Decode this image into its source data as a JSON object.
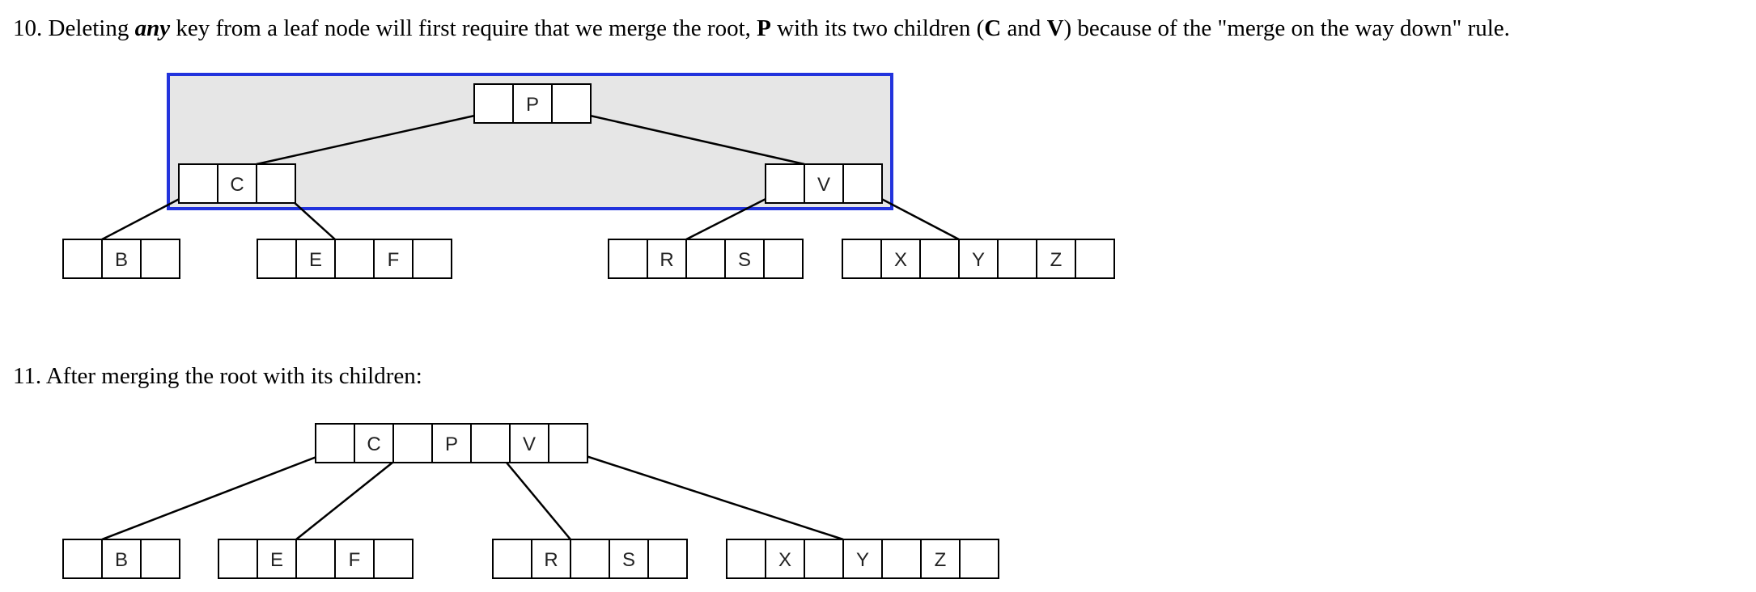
{
  "step10": {
    "number": "10.",
    "parts": [
      {
        "text": "Deleting ",
        "style": "plain"
      },
      {
        "text": "any",
        "style": "em"
      },
      {
        "text": " key from a leaf node will first require that we merge the root, ",
        "style": "plain"
      },
      {
        "text": "P",
        "style": "bold"
      },
      {
        "text": " with its two children (",
        "style": "plain"
      },
      {
        "text": "C",
        "style": "bold"
      },
      {
        "text": " and ",
        "style": "plain"
      },
      {
        "text": "V",
        "style": "bold"
      },
      {
        "text": ") because of the \"merge on the way down\" rule.",
        "style": "plain"
      }
    ]
  },
  "step11": {
    "number": "11.",
    "text": "After merging the root with its children:"
  },
  "colors": {
    "highlight_border": "#2233dd",
    "highlight_fill": "#e6e6e6"
  },
  "tree1": {
    "nodes": [
      {
        "id": "P",
        "cells": [
          "",
          "P",
          ""
        ]
      },
      {
        "id": "C",
        "cells": [
          "",
          "C",
          ""
        ]
      },
      {
        "id": "V",
        "cells": [
          "",
          "V",
          ""
        ]
      },
      {
        "id": "B",
        "cells": [
          "",
          "B",
          ""
        ]
      },
      {
        "id": "EF",
        "cells": [
          "",
          "E",
          "",
          "F",
          ""
        ]
      },
      {
        "id": "RS",
        "cells": [
          "",
          "R",
          "",
          "S",
          ""
        ]
      },
      {
        "id": "XYZ",
        "cells": [
          "",
          "X",
          "",
          "Y",
          "",
          "Z",
          ""
        ]
      }
    ]
  },
  "tree2": {
    "nodes": [
      {
        "id": "CPV",
        "cells": [
          "",
          "C",
          "",
          "P",
          "",
          "V",
          ""
        ]
      },
      {
        "id": "B",
        "cells": [
          "",
          "B",
          ""
        ]
      },
      {
        "id": "EF",
        "cells": [
          "",
          "E",
          "",
          "F",
          ""
        ]
      },
      {
        "id": "RS",
        "cells": [
          "",
          "R",
          "",
          "S",
          ""
        ]
      },
      {
        "id": "XYZ",
        "cells": [
          "",
          "X",
          "",
          "Y",
          "",
          "Z",
          ""
        ]
      }
    ]
  }
}
